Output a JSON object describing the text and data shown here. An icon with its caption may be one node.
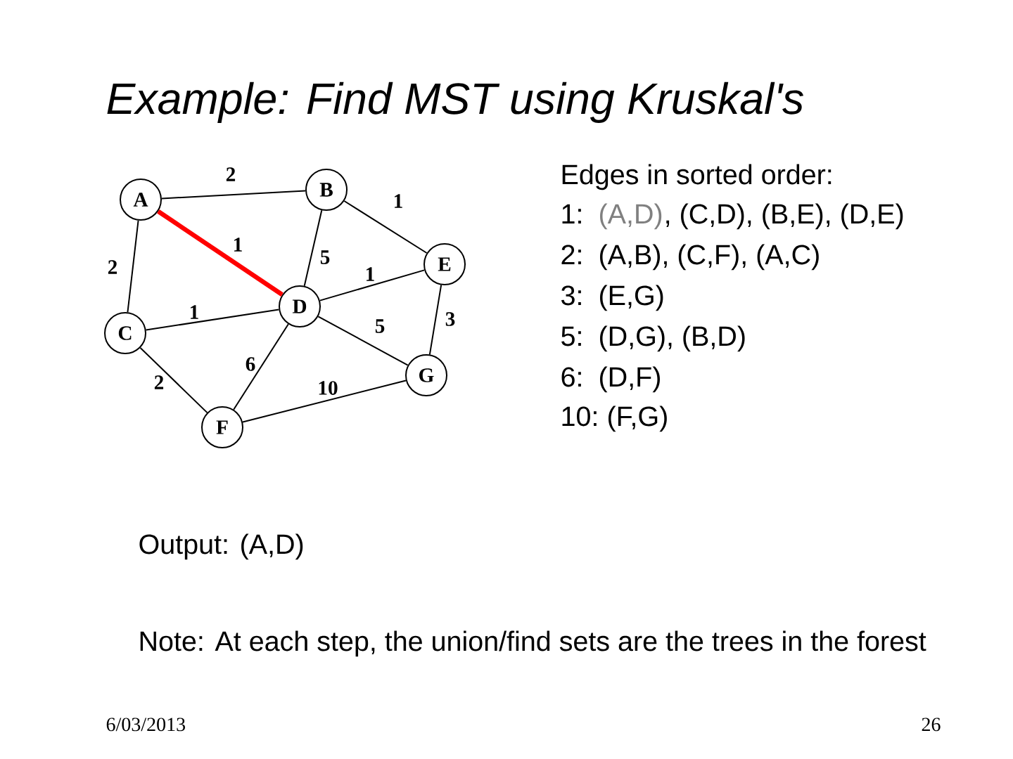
{
  "diagram": {
    "title": "Example: Find MST using Kruskal's",
    "nodes": [
      {
        "text": [
          "A"
        ]
      },
      {
        "text": [
          "B"
        ]
      },
      {
        "text": [
          "E"
        ]
      },
      {
        "text": [
          "D"
        ]
      },
      {
        "text": [
          "C"
        ]
      },
      {
        "text": [
          "G"
        ]
      },
      {
        "text": [
          "F"
        ]
      }
    ],
    "edges": [
      {
        "from": 0,
        "to": 1,
        "arrow": "none",
        "label": "2"
      },
      {
        "from": 0,
        "to": 3,
        "arrow": "none",
        "label": "1",
        "style": "thick",
        "color": "#ff0000"
      },
      {
        "from": 0,
        "to": 4,
        "arrow": "none",
        "label": "2"
      },
      {
        "from": 1,
        "to": 3,
        "arrow": "none",
        "label": "5"
      },
      {
        "from": 1,
        "to": 2,
        "arrow": "none",
        "label": "1"
      },
      {
        "from": 3,
        "to": 2,
        "arrow": "none",
        "label": "1"
      },
      {
        "from": 4,
        "to": 3,
        "arrow": "none",
        "label": "1"
      },
      {
        "from": 3,
        "to": 5,
        "arrow": "none",
        "label": "5"
      },
      {
        "from": 2,
        "to": 5,
        "arrow": "none",
        "label": "3"
      },
      {
        "from": 4,
        "to": 6,
        "arrow": "none",
        "label": "2"
      },
      {
        "from": 3,
        "to": 6,
        "arrow": "none",
        "label": "6"
      },
      {
        "from": 6,
        "to": 5,
        "arrow": "none",
        "label": "10"
      }
    ],
    "labels": [
      "Edges in sorted order:",
      "1:",
      "(A,D)",
      ", (C,D), (B,E), (D,E)",
      "2:",
      "(A,B), (C,F), (A,C)",
      "3:",
      "(E,G)",
      "5:",
      "(D,G), (B,D)",
      "6:",
      "(D,F)",
      "10:",
      "(F,G)",
      "Output: (A,D)",
      "Note: At each step, the union/find sets are the trees in the forest",
      "6/03/2013",
      "26"
    ]
  }
}
